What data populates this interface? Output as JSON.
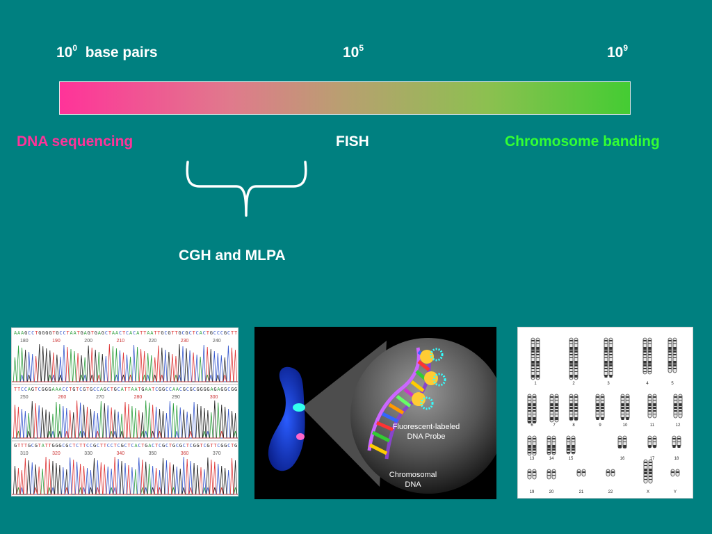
{
  "scale": {
    "left": {
      "base": "10",
      "exp": "0",
      "suffix": "base pairs"
    },
    "middle": {
      "base": "10",
      "exp": "5"
    },
    "right": {
      "base": "10",
      "exp": "9"
    }
  },
  "methods": {
    "dna_sequencing": "DNA sequencing",
    "fish": "FISH",
    "chromosome_banding": "Chromosome banding"
  },
  "cgh_label": "CGH and MLPA",
  "colors": {
    "background": "#008080",
    "pink": "#ff3399",
    "green": "#33ff33"
  },
  "sequencing_image": {
    "rows": [
      {
        "sequence": "AAAGCCTGGGGTGCCTAATGAGTGAGCTAACTCACATTAATTGCGTTGCGCTCACTGCCCGCTT",
        "ticks": [
          "180",
          "190",
          "200",
          "210",
          "220",
          "230",
          "240"
        ]
      },
      {
        "sequence": "TTCCAGTCGGGAAACCTGTCGTGCCAGCTGCATTAATGAATCGGCCAACGCGCGGGGAGAGGCGG",
        "ticks": [
          "250",
          "260",
          "270",
          "280",
          "290",
          "300"
        ]
      },
      {
        "sequence": "GTTTGCGTATTGGGCGCTCTTCCGCTTCCTCGCTCACTGACTCGCTGCGCTCGGTCGTTCGGCTG",
        "ticks": [
          "310",
          "320",
          "330",
          "340",
          "350",
          "360",
          "370"
        ]
      }
    ]
  },
  "fish_image": {
    "probe_label": [
      "Fluorescent-labeled",
      "DNA Probe"
    ],
    "dna_label": [
      "Chromosomal",
      "DNA"
    ]
  },
  "karyotype_image": {
    "row1": [
      "1",
      "2",
      "3",
      "4",
      "5"
    ],
    "row2": [
      "6",
      "7",
      "8",
      "9",
      "10",
      "11",
      "12"
    ],
    "row3": [
      "13",
      "14",
      "15",
      "16",
      "17",
      "18"
    ],
    "row4": [
      "19",
      "20",
      "21",
      "22",
      "X",
      "Y"
    ]
  }
}
